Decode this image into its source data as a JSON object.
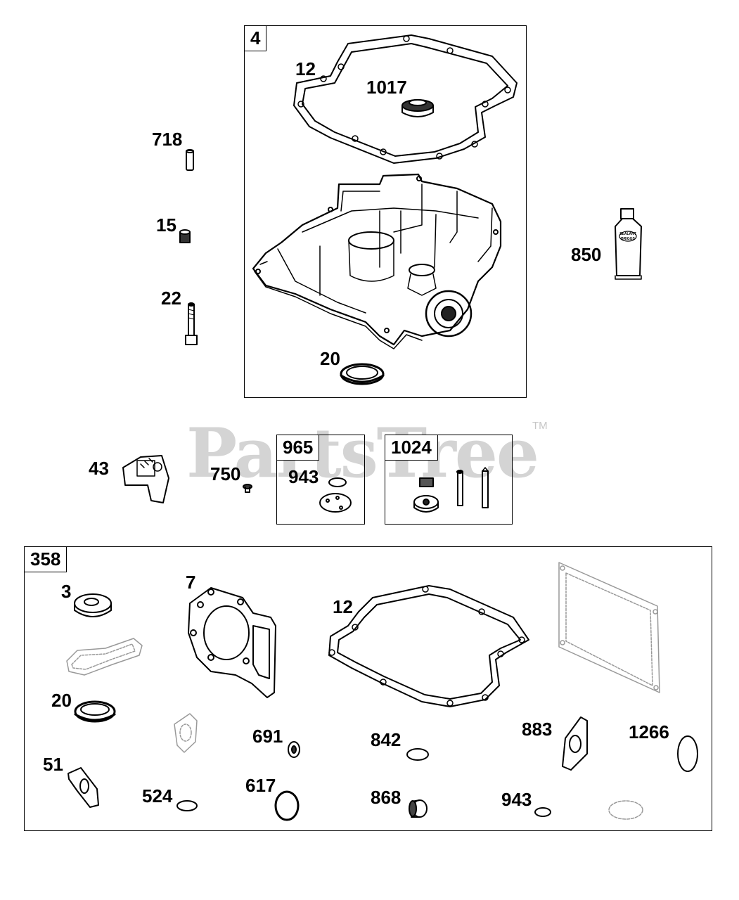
{
  "watermark": {
    "text": "PartsTree",
    "trademark": "TM"
  },
  "boxes": {
    "sump": {
      "tag": "4"
    },
    "k965": {
      "tag": "965"
    },
    "k1024": {
      "tag": "1024"
    },
    "k358": {
      "tag": "358"
    }
  },
  "callouts": {
    "c12_top": "12",
    "c1017": "1017",
    "c718": "718",
    "c15": "15",
    "c22": "22",
    "c850": "850",
    "c20_top": "20",
    "c43": "43",
    "c750": "750",
    "c943_kit": "943",
    "c3": "3",
    "c7": "7",
    "c12_bot": "12",
    "c20_bot": "20",
    "c691": "691",
    "c842": "842",
    "c883": "883",
    "c1266": "1266",
    "c51": "51",
    "c524": "524",
    "c617": "617",
    "c868": "868",
    "c943_bot": "943"
  },
  "tube_label": {
    "line1": "SEALANT",
    "line2": "BRIGGS"
  }
}
